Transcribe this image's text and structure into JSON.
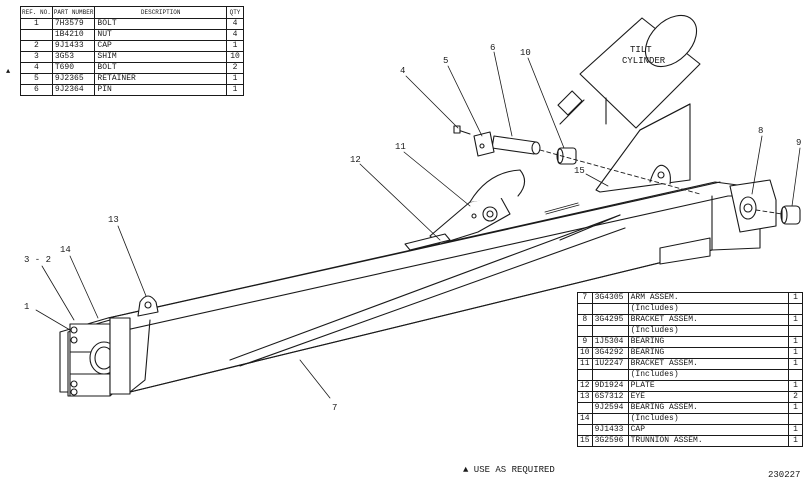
{
  "top_table": {
    "headers": {
      "ref": "REF. NO.",
      "part": "PART NUMBER",
      "desc": "DESCRIPTION",
      "qty": "QTY"
    },
    "rows": [
      {
        "ref": "1",
        "part": "7H3579",
        "desc": "BOLT",
        "qty": "4"
      },
      {
        "ref": "",
        "part": "1B4210",
        "desc": "NUT",
        "qty": "4"
      },
      {
        "ref": "2",
        "part": "9J1433",
        "desc": "CAP",
        "qty": "1"
      },
      {
        "ref": "3",
        "part": "3G53",
        "desc": "SHIM",
        "qty": "10"
      },
      {
        "ref": "4",
        "part": "T690",
        "desc": "BOLT",
        "qty": "2"
      },
      {
        "ref": "5",
        "part": "9J2365",
        "desc": "RETAINER",
        "qty": "1"
      },
      {
        "ref": "6",
        "part": "9J2364",
        "desc": "PIN",
        "qty": "1"
      }
    ],
    "mark": "▲"
  },
  "bottom_table": {
    "rows": [
      {
        "ref": "7",
        "part": "3G4305",
        "desc": "ARM ASSEM.",
        "qty": "1"
      },
      {
        "ref": "",
        "part": "",
        "desc": "(Includes)",
        "qty": ""
      },
      {
        "ref": "8",
        "part": "3G4295",
        "desc": "BRACKET ASSEM.",
        "qty": "1"
      },
      {
        "ref": "",
        "part": "",
        "desc": "(Includes)",
        "qty": ""
      },
      {
        "ref": "9",
        "part": "1J5304",
        "desc": "BEARING",
        "qty": "1"
      },
      {
        "ref": "10",
        "part": "3G4292",
        "desc": "BEARING",
        "qty": "1"
      },
      {
        "ref": "11",
        "part": "1U2247",
        "desc": "BRACKET ASSEM.",
        "qty": "1"
      },
      {
        "ref": "",
        "part": "",
        "desc": "(Includes)",
        "qty": ""
      },
      {
        "ref": "12",
        "part": "9D1924",
        "desc": "PLATE",
        "qty": "1"
      },
      {
        "ref": "13",
        "part": "6S7312",
        "desc": "EYE",
        "qty": "2"
      },
      {
        "ref": "",
        "part": "9J2594",
        "desc": "BEARING ASSEM.",
        "qty": "1"
      },
      {
        "ref": "14",
        "part": "",
        "desc": "(Includes)",
        "qty": ""
      },
      {
        "ref": "",
        "part": "9J1433",
        "desc": "CAP",
        "qty": "1"
      },
      {
        "ref": "15",
        "part": "3G2596",
        "desc": "TRUNNION ASSEM.",
        "qty": "1"
      }
    ]
  },
  "cylinder_label": {
    "line1": "TILT",
    "line2": "CYLINDER"
  },
  "callouts": {
    "c1": "1",
    "c3_2": "3 - 2",
    "c14": "14",
    "c13": "13",
    "c12": "12",
    "c11": "11",
    "c4": "4",
    "c5": "5",
    "c6": "6",
    "c10": "10",
    "c15": "15",
    "c8": "8",
    "c9": "9",
    "c7": "7"
  },
  "note": "▲ USE AS REQUIRED",
  "figure_number": "230227"
}
